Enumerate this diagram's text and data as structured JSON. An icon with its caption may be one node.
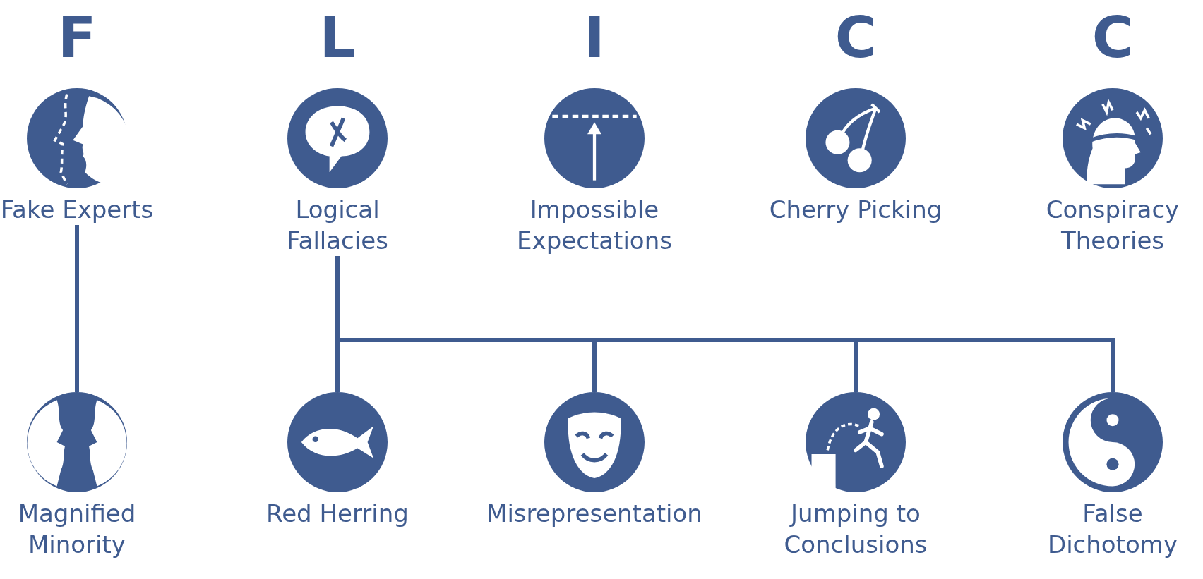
{
  "diagram": {
    "nodes": [
      {
        "text": [
          "Fake Experts"
        ]
      },
      {
        "text": [
          "Logical Fallacies"
        ]
      },
      {
        "text": [
          "Impossible Expectations"
        ]
      },
      {
        "text": [
          "Cherry Picking"
        ]
      },
      {
        "text": [
          "Conspiracy Theories"
        ]
      },
      {
        "text": [
          "Magnified Minority"
        ]
      },
      {
        "text": [
          "Red Herring"
        ]
      },
      {
        "text": [
          "Misrepresentation"
        ]
      },
      {
        "text": [
          "Jumping to Conclusions"
        ]
      },
      {
        "text": [
          "False Dichotomy"
        ]
      }
    ],
    "edges": [
      {
        "from": 0,
        "to": 5,
        "arrow": "none"
      },
      {
        "from": 1,
        "to": 6,
        "arrow": "none"
      },
      {
        "from": 1,
        "to": 7,
        "arrow": "none"
      },
      {
        "from": 1,
        "to": 8,
        "arrow": "none"
      },
      {
        "from": 1,
        "to": 9,
        "arrow": "none"
      }
    ],
    "labels": [
      "F",
      "L",
      "I",
      "C",
      "C"
    ]
  }
}
